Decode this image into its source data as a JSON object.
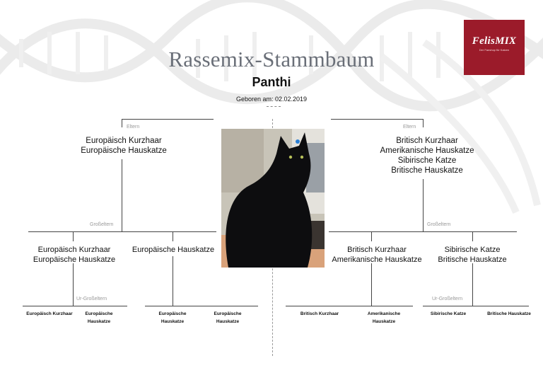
{
  "title": "Rassemix-Stammbaum",
  "cat_name": "Panthi",
  "born": "Geboren am: 02.02.2019",
  "logo": {
    "brand": "FelisMIX",
    "tagline": "Der Fanshop für Katzen",
    "color": "#9b1b2a"
  },
  "level_labels": {
    "parents": "Eltern",
    "grandparents": "Großeltern",
    "great_grandparents": "Ur-Großeltern"
  },
  "left": {
    "parent": [
      "Europäisch Kurzhaar",
      "Europäische Hauskatze"
    ],
    "grandparents": [
      [
        "Europäisch Kurzhaar",
        "Europäische Hauskatze"
      ],
      [
        "Europäische Hauskatze"
      ]
    ],
    "great_grandparents": [
      [
        "Europäisch Kurzhaar"
      ],
      [
        "Europäische",
        "Hauskatze"
      ],
      [
        "Europäische",
        "Hauskatze"
      ],
      [
        "Europäische",
        "Hauskatze"
      ]
    ]
  },
  "right": {
    "parent": [
      "Britisch Kurzhaar",
      "Amerikanische Hauskatze",
      "Sibirische Katze",
      "Britische Hauskatze"
    ],
    "grandparents": [
      [
        "Britisch Kurzhaar",
        "Amerikanische Hauskatze"
      ],
      [
        "Sibirische Katze",
        "Britische Hauskatze"
      ]
    ],
    "great_grandparents": [
      [
        "Britisch Kurzhaar"
      ],
      [
        "Amerikanische",
        "Hauskatze"
      ],
      [
        "Sibirische Katze"
      ],
      [
        "Britische Hauskatze"
      ]
    ]
  }
}
